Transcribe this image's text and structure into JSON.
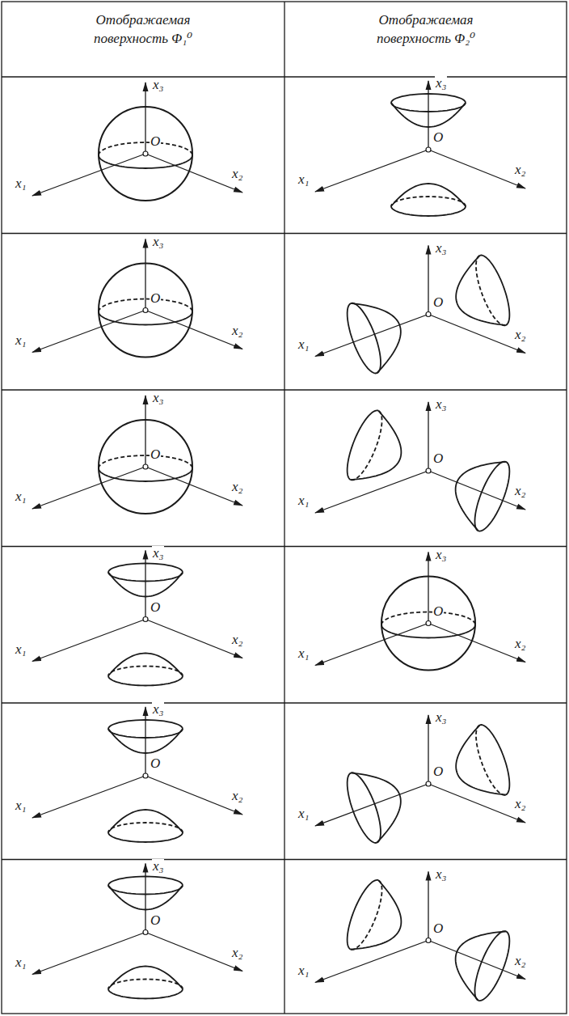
{
  "diagram": {
    "labels": [
      "Отображаемая поверхность Φ₁⁰",
      "Отображаемая поверхность Φ₂⁰",
      "x₃",
      "O",
      "x₁",
      "x₂",
      "x₃",
      "O",
      "x₁",
      "x₂",
      "x₃",
      "O",
      "x₁",
      "x₂",
      "x₃",
      "O",
      "x₁",
      "x₂",
      "x₃",
      "O",
      "x₁",
      "x₂",
      "x₃",
      "O",
      "x₁",
      "x₂",
      "x₃",
      "O",
      "x₁",
      "x₂",
      "x₃",
      "O",
      "x₁",
      "x₂",
      "x₃",
      "O",
      "x₁",
      "x₂",
      "x₃",
      "O",
      "x₁",
      "x₂",
      "x₃",
      "O",
      "x₁",
      "x₂",
      "x₃",
      "O",
      "x₁",
      "x₂"
    ]
  }
}
